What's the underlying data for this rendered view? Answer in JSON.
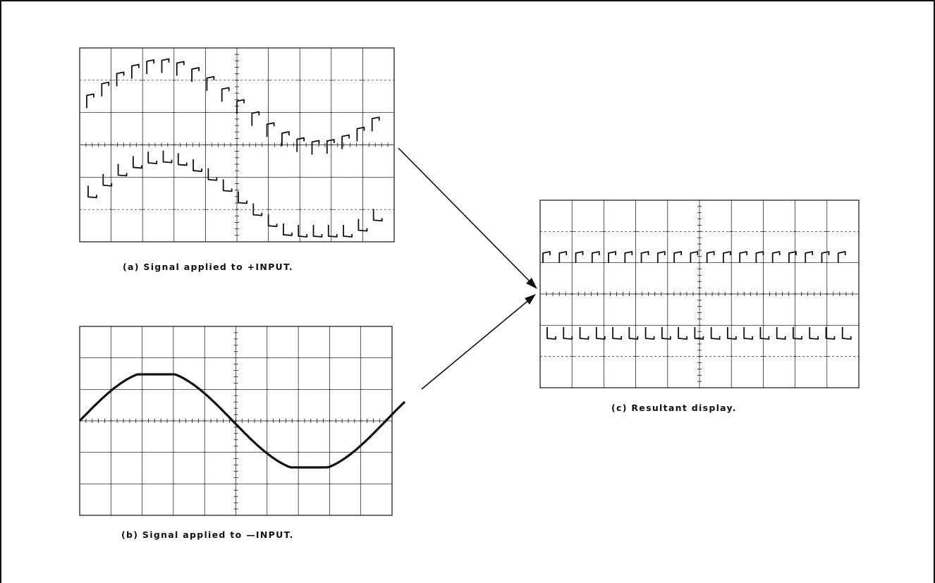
{
  "figure": {
    "panel_a": {
      "caption": "(a) Signal applied to +INPUT."
    },
    "panel_b": {
      "caption": "(b) Signal applied to —INPUT."
    },
    "panel_c": {
      "caption": "(c) Resultant display."
    }
  },
  "style": {
    "ink_color": "#111111",
    "background_color": "#ffffff"
  }
}
